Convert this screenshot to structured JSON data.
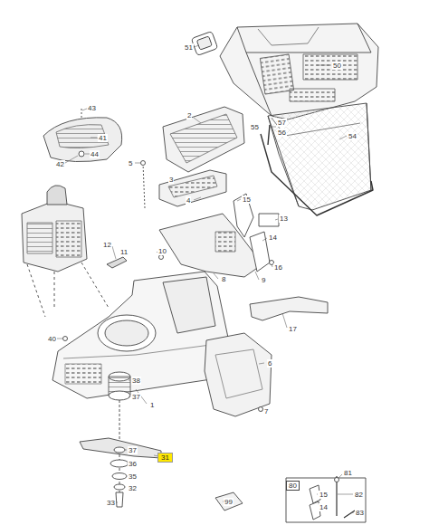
{
  "diagram": {
    "labels": [
      "51",
      "50",
      "43",
      "2",
      "57",
      "56",
      "55",
      "54",
      "41",
      "44",
      "42",
      "5",
      "3",
      "4",
      "15",
      "13",
      "14",
      "12",
      "11",
      "10",
      "16",
      "8",
      "9",
      "17",
      "40",
      "6",
      "38",
      "1",
      "7",
      "37",
      "37",
      "31",
      "36",
      "35",
      "32",
      "33",
      "80",
      "15",
      "81",
      "82",
      "99",
      "14",
      "83"
    ]
  }
}
